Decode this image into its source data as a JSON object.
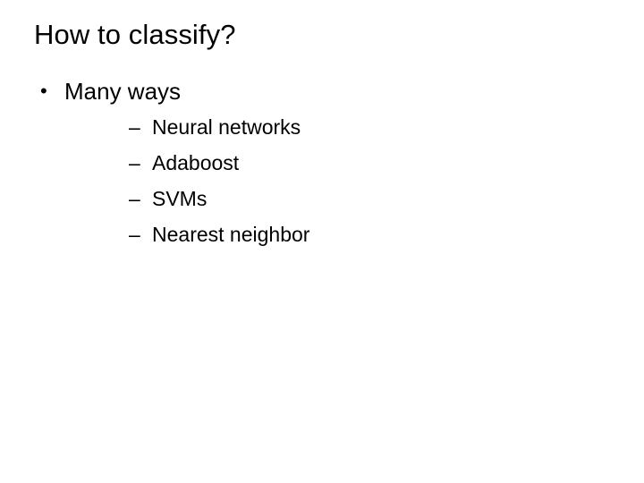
{
  "slide": {
    "background_color": "#ffffff",
    "text_color": "#000000",
    "title": "How to classify?",
    "content": {
      "level1": {
        "marker": "•",
        "text": "Many ways",
        "children": [
          {
            "marker": "–",
            "text": "Neural networks"
          },
          {
            "marker": "–",
            "text": "Adaboost"
          },
          {
            "marker": "–",
            "text": "SVMs"
          },
          {
            "marker": "–",
            "text": "Nearest neighbor"
          }
        ]
      }
    }
  }
}
